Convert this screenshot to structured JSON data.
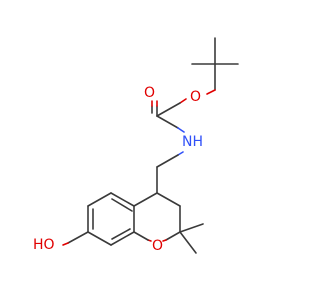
{
  "molecule": {
    "atoms": {
      "carbonyl_oxygen": "O",
      "ester_oxygen": "O",
      "amide_nitrogen": "NH",
      "hydroxyl": "HO",
      "ring_oxygen": "O"
    },
    "colors": {
      "bond": "#3a3a3a",
      "oxygen": "#e00000",
      "nitrogen": "#3050f8",
      "background": "#ffffff"
    }
  }
}
